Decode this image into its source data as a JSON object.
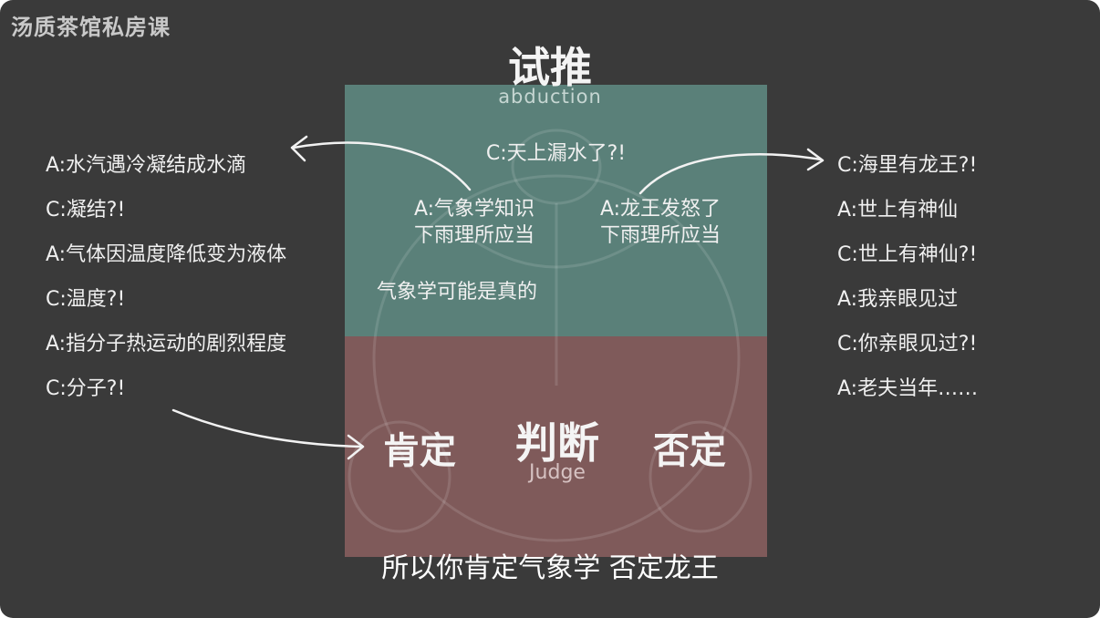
{
  "logo": "汤质茶馆私房课",
  "abduction": {
    "title": "试推",
    "subtitle": "abduction"
  },
  "judge": {
    "title": "判断",
    "subtitle": "Judge",
    "affirm": "肯定",
    "negate": "否定"
  },
  "center": {
    "question": "C:天上漏水了?!",
    "left_answer": [
      "A:气象学知识",
      "下雨理所应当"
    ],
    "right_answer": [
      "A:龙王发怒了",
      "下雨理所应当"
    ],
    "possible": "气象学可能是真的"
  },
  "left_dialogue": [
    "A:水汽遇冷凝结成水滴",
    "C:凝结?!",
    "A:气体因温度降低变为液体",
    "C:温度?!",
    "A:指分子热运动的剧烈程度",
    "C:分子?!"
  ],
  "right_dialogue": [
    "C:海里有龙王?!",
    "A:世上有神仙",
    "C:世上有神仙?!",
    "A:我亲眼见过",
    "C:你亲眼见过?!",
    "A:老夫当年……"
  ],
  "subtitle": "所以你肯定气象学 否定龙王",
  "colors": {
    "background": "#3a3a3a",
    "abduction_panel": "#5a8079",
    "judge_panel": "#7f5a5a"
  }
}
